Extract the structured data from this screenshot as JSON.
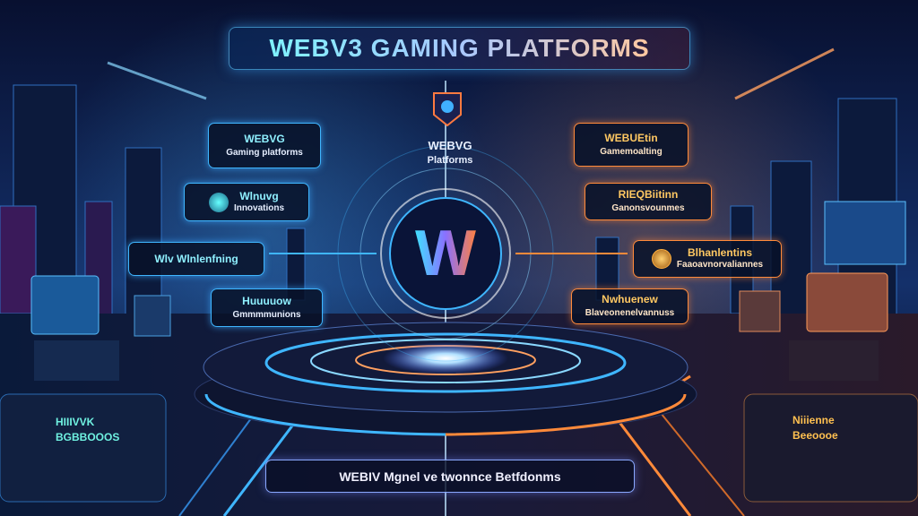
{
  "title": "WEBV3 GAMING PLATFORMS",
  "center": {
    "logo_letter": "W",
    "label_line1": "WEBVG",
    "label_line2": "Platforms"
  },
  "left_panels": [
    {
      "line1": "WEBVG",
      "line2": "Gaming platforms"
    },
    {
      "line1": "Wlnuvg",
      "line2": "Innovations"
    },
    {
      "line1": "Wlv Wlnlenfning",
      "line2": ""
    },
    {
      "line1": "Huuuuow",
      "line2": "Gmmmmunions"
    }
  ],
  "right_panels": [
    {
      "line1": "WEBUEtin",
      "line2": "Gamemoalting"
    },
    {
      "line1": "RIEQBiitinn",
      "line2": "Ganonsvounmes"
    },
    {
      "line1": "Blhanlentins",
      "line2": "Faaoavnorvaliannes"
    },
    {
      "line1": "Nwhuenew",
      "line2": "Blaveonenelvannuss"
    }
  ],
  "seat_left": {
    "line1": "HIIIVVK",
    "line2": "BGBBOOOS"
  },
  "seat_right": {
    "line1": "Niiienne",
    "line2": "Beeoooe"
  },
  "bottom_banner": "WEBIV Mgnel ve twonnce Betfdonms",
  "colors": {
    "blue": "#3fb6ff",
    "orange": "#ff8a3a",
    "bg": "#0a1330"
  }
}
